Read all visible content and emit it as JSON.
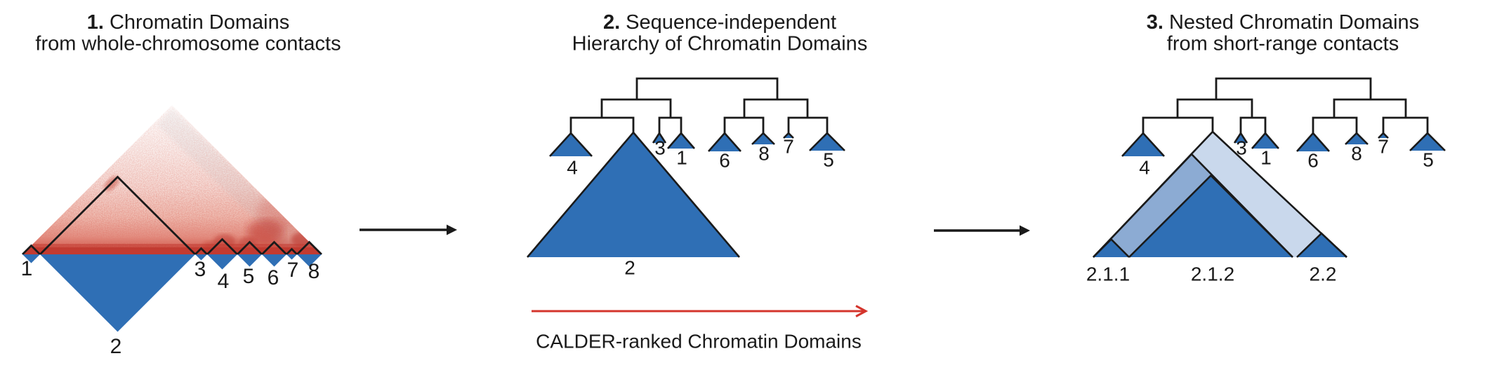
{
  "panel1": {
    "title": {
      "num": "1.",
      "line1": "Chromatin Domains",
      "line2": "from whole-chromosome contacts"
    },
    "domains": [
      "1",
      "2",
      "3",
      "4",
      "5",
      "6",
      "7",
      "8"
    ]
  },
  "panel2": {
    "title": {
      "num": "2.",
      "line1": "Sequence-independent",
      "line2": "Hierarchy of Chromatin Domains"
    },
    "leaves": [
      "4",
      "2",
      "3",
      "1",
      "6",
      "8",
      "7",
      "5"
    ]
  },
  "panel3": {
    "title": {
      "num": "3.",
      "line1": "Nested Chromatin Domains",
      "line2": "from short-range contacts"
    },
    "leaves": [
      "4",
      "3",
      "1",
      "6",
      "8",
      "7",
      "5"
    ],
    "nested": [
      "2.1.1",
      "2.1.2",
      "2.2"
    ]
  },
  "caption": {
    "calder_arrow": "CALDER-ranked Chromatin Domains"
  },
  "colors": {
    "domain_blue": "#2F6FB5",
    "nested_medium_blue": "#8CABD3",
    "nested_light_blue": "#C9D8EC",
    "outline_black": "#1A1A1A",
    "arrow_red": "#D4342C",
    "heatmap_red": "#C23B31"
  }
}
